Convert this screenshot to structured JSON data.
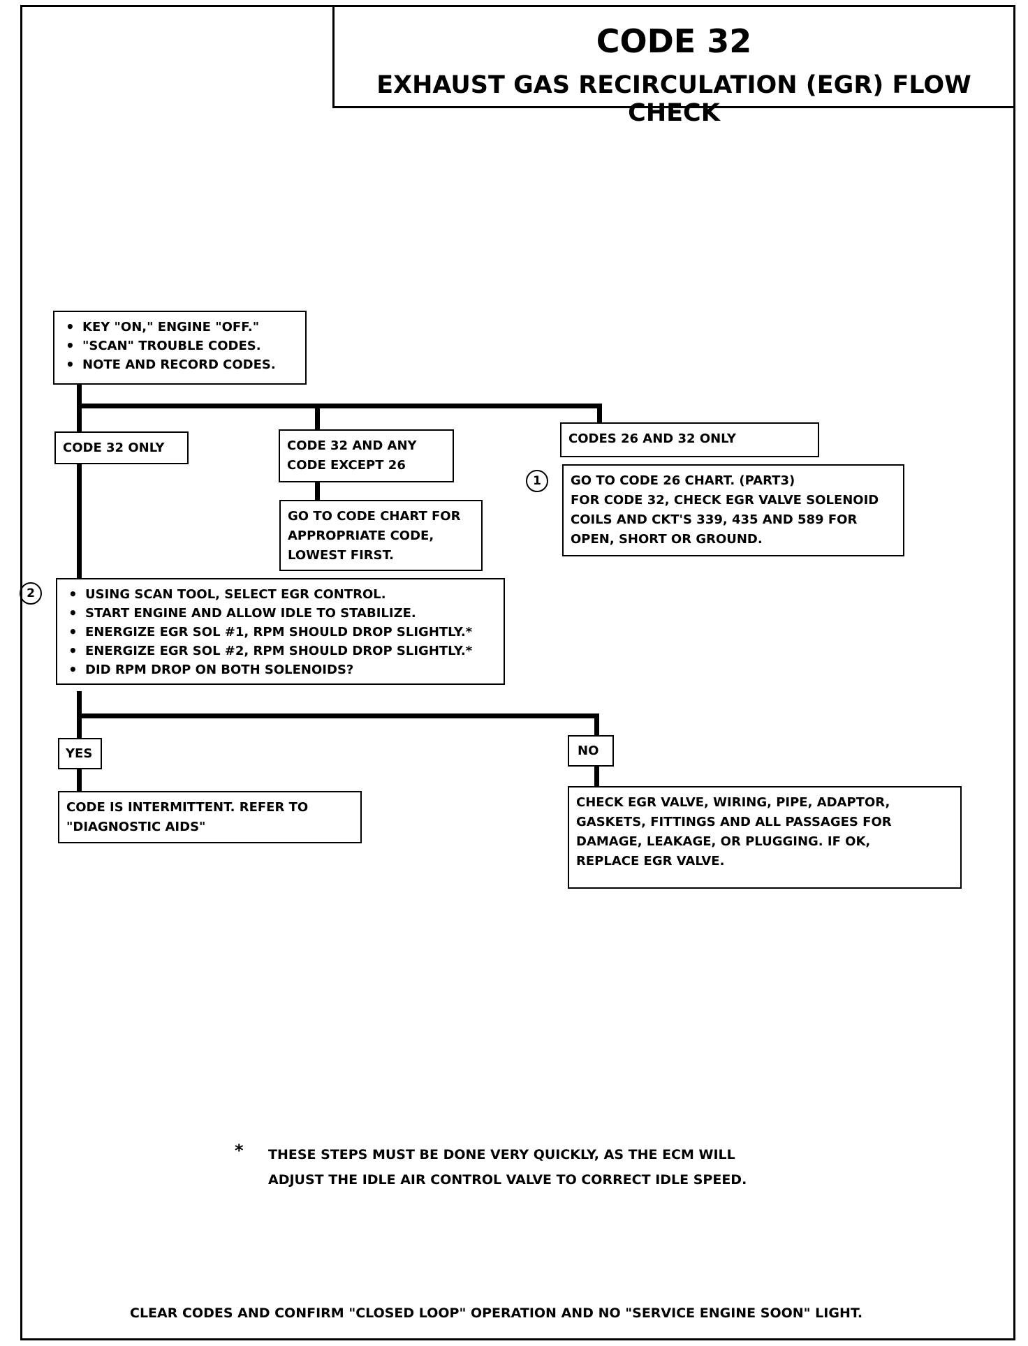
{
  "header": {
    "code": "CODE 32",
    "title": "EXHAUST GAS RECIRCULATION (EGR) FLOW CHECK"
  },
  "start_box": {
    "items": [
      "KEY \"ON,\" ENGINE \"OFF.\"",
      "\"SCAN\" TROUBLE CODES.",
      "NOTE AND RECORD CODES."
    ]
  },
  "branch_code32_only": {
    "label": "CODE 32 ONLY"
  },
  "branch_code32_any": {
    "lines": [
      "CODE 32 AND ANY",
      "CODE EXCEPT 26"
    ]
  },
  "branch_code26_32": {
    "label": "CODES 26 AND 32 ONLY"
  },
  "goto_code_chart": {
    "lines": [
      "GO TO CODE CHART FOR",
      "APPROPRIATE CODE,",
      "LOWEST FIRST."
    ]
  },
  "callout_1": {
    "label": "1"
  },
  "goto_code26": {
    "lines": [
      "GO TO  CODE 26 CHART.  (PART3)",
      "FOR CODE 32, CHECK EGR VALVE SOLENOID",
      "COILS AND CKT'S 339, 435 AND 589 FOR",
      "OPEN, SHORT OR GROUND."
    ]
  },
  "callout_2": {
    "label": "2"
  },
  "test_box": {
    "items": [
      "USING SCAN TOOL, SELECT EGR CONTROL.",
      "START ENGINE AND ALLOW IDLE TO STABILIZE.",
      "ENERGIZE EGR SOL #1, RPM SHOULD DROP SLIGHTLY.*",
      "ENERGIZE EGR SOL #2, RPM SHOULD DROP SLIGHTLY.*",
      "DID RPM DROP ON BOTH SOLENOIDS?"
    ]
  },
  "yes_label": "YES",
  "no_label": "NO",
  "yes_result": {
    "lines": [
      "CODE IS INTERMITTENT.  REFER TO",
      "\"DIAGNOSTIC AIDS\""
    ]
  },
  "no_result": {
    "lines": [
      "CHECK EGR VALVE, WIRING, PIPE, ADAPTOR,",
      "GASKETS, FITTINGS AND ALL PASSAGES FOR",
      "DAMAGE, LEAKAGE, OR PLUGGING.  IF OK,",
      "REPLACE EGR VALVE."
    ]
  },
  "footnote": {
    "star": "*",
    "lines": [
      "THESE STEPS MUST BE DONE  VERY QUICKLY, AS THE ECM WILL",
      "ADJUST THE IDLE AIR CONTROL VALVE TO CORRECT IDLE SPEED."
    ]
  },
  "footer": {
    "text": "CLEAR CODES AND CONFIRM \"CLOSED LOOP\" OPERATION AND NO \"SERVICE ENGINE SOON\" LIGHT."
  }
}
